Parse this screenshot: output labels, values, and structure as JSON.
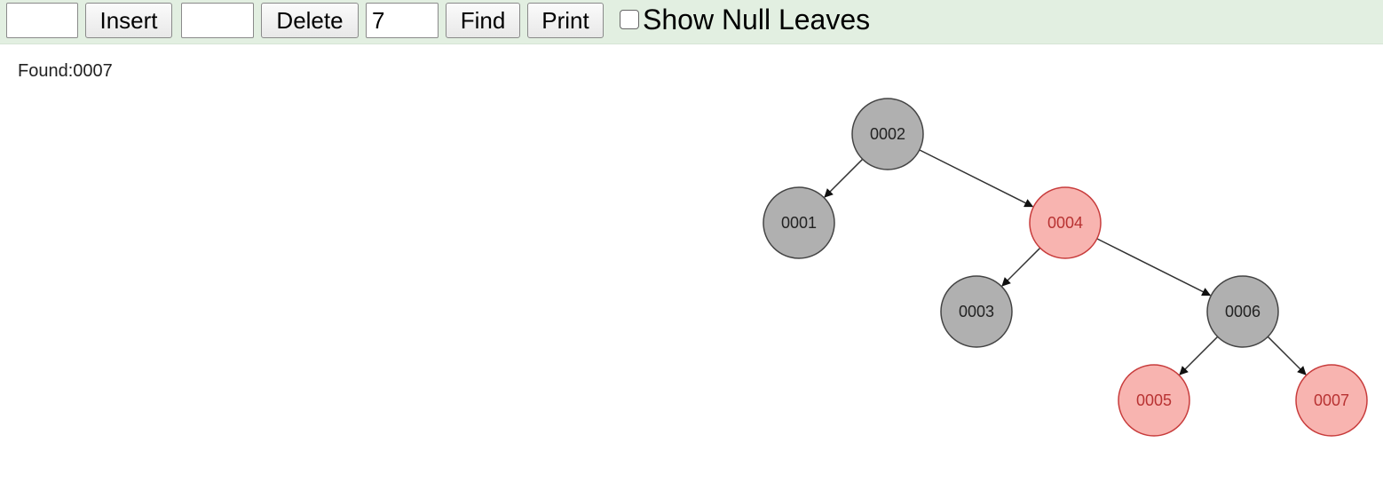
{
  "toolbar": {
    "insert_value": "",
    "insert_label": "Insert",
    "delete_value": "",
    "delete_label": "Delete",
    "find_value": "7",
    "find_label": "Find",
    "print_label": "Print",
    "show_null_leaves_label": "Show Null Leaves",
    "show_null_leaves_checked": false
  },
  "status": {
    "text": "Found:0007"
  },
  "colors": {
    "black_node_fill": "#b0b0b0",
    "black_node_stroke": "#444444",
    "black_node_text": "#222222",
    "red_node_fill": "#f8b4b0",
    "red_node_stroke": "#c83c3c",
    "red_node_text": "#b83232",
    "edge": "#333333",
    "toolbar_bg": "#e2efe1"
  },
  "tree": {
    "nodes": [
      {
        "key": "0002",
        "color": "black",
        "depth": 0
      },
      {
        "key": "0001",
        "color": "black",
        "depth": 1
      },
      {
        "key": "0004",
        "color": "red",
        "depth": 1
      },
      {
        "key": "0003",
        "color": "black",
        "depth": 2
      },
      {
        "key": "0006",
        "color": "black",
        "depth": 2
      },
      {
        "key": "0005",
        "color": "red",
        "depth": 3
      },
      {
        "key": "0007",
        "color": "red",
        "depth": 3
      }
    ],
    "edges": [
      {
        "from": "0002",
        "to": "0001"
      },
      {
        "from": "0002",
        "to": "0004"
      },
      {
        "from": "0004",
        "to": "0003"
      },
      {
        "from": "0004",
        "to": "0006"
      },
      {
        "from": "0006",
        "to": "0005"
      },
      {
        "from": "0006",
        "to": "0007"
      }
    ]
  }
}
